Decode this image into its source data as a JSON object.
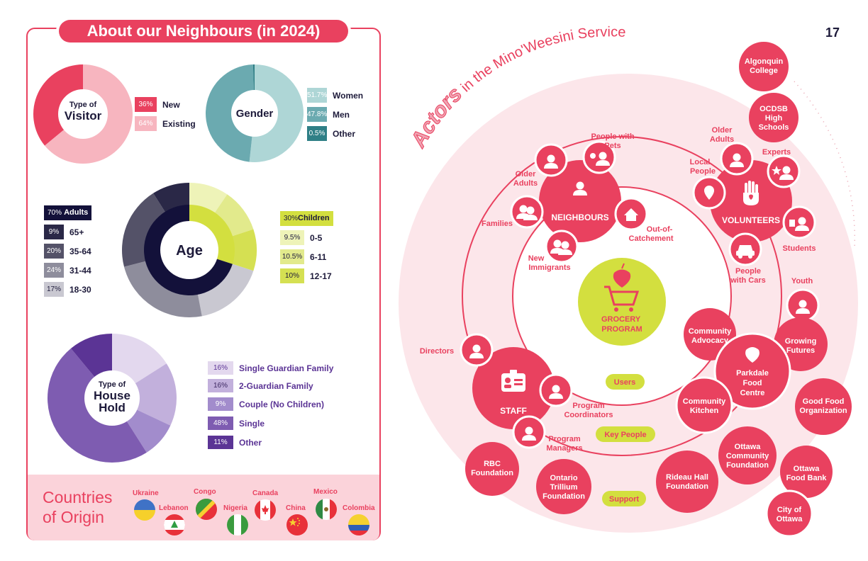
{
  "page_number": "17",
  "left": {
    "title": "About our Neighbours (in 2024)",
    "visitor": {
      "center": [
        "Type of",
        "Visitor"
      ],
      "items": [
        {
          "pct": "36%",
          "label": "New",
          "value": 36,
          "color": "#e9415f"
        },
        {
          "pct": "64%",
          "label": "Existing",
          "value": 64,
          "color": "#f7b5bf"
        }
      ]
    },
    "gender": {
      "center": "Gender",
      "items": [
        {
          "pct": "51.7%",
          "label": "Women",
          "value": 51.7,
          "color": "#aed6d6"
        },
        {
          "pct": "47.8%",
          "label": "Men",
          "value": 47.8,
          "color": "#6baab0"
        },
        {
          "pct": "0.5%",
          "label": "Other",
          "value": 0.5,
          "color": "#2f7f86"
        }
      ]
    },
    "age": {
      "center": "Age",
      "adults": {
        "pct": "70%",
        "label": "Adults",
        "value": 70,
        "color": "#13113a"
      },
      "adult_items": [
        {
          "pct": "9%",
          "label": "65+",
          "value": 9,
          "color": "#2a2847"
        },
        {
          "pct": "20%",
          "label": "35-64",
          "value": 20,
          "color": "#545268"
        },
        {
          "pct": "24%",
          "label": "31-44",
          "value": 24,
          "color": "#8e8d9c"
        },
        {
          "pct": "17%",
          "label": "18-30",
          "value": 17,
          "color": "#c9c8d1"
        }
      ],
      "children": {
        "pct": "30%",
        "label": "Children",
        "value": 30,
        "color": "#d3df3f"
      },
      "child_items": [
        {
          "pct": "9.5%",
          "label": "0-5",
          "value": 9.5,
          "color": "#eef3b8"
        },
        {
          "pct": "10.5%",
          "label": "6-11",
          "value": 10.5,
          "color": "#e2ea8c"
        },
        {
          "pct": "10%",
          "label": "12-17",
          "value": 10,
          "color": "#d5e052"
        }
      ]
    },
    "household": {
      "center": [
        "Type of",
        "House",
        "Hold"
      ],
      "items": [
        {
          "pct": "16%",
          "label": "Single Guardian Family",
          "value": 16,
          "color": "#e3d8ee"
        },
        {
          "pct": "16%",
          "label": "2-Guardian Family",
          "value": 16,
          "color": "#c2b0dc"
        },
        {
          "pct": "9%",
          "label": "Couple (No Children)",
          "value": 9,
          "color": "#a28ccc"
        },
        {
          "pct": "48%",
          "label": "Single",
          "value": 48,
          "color": "#7e5cb1"
        },
        {
          "pct": "11%",
          "label": "Other",
          "value": 11,
          "color": "#5b3495"
        }
      ]
    },
    "countries": {
      "title": "Countries\nof Origin",
      "items": [
        {
          "name": "Ukraine",
          "flag": "ukraine-flag"
        },
        {
          "name": "Lebanon",
          "flag": "lebanon-flag"
        },
        {
          "name": "Congo",
          "flag": "congo-flag"
        },
        {
          "name": "Nigeria",
          "flag": "nigeria-flag"
        },
        {
          "name": "Canada",
          "flag": "canada-flag"
        },
        {
          "name": "China",
          "flag": "china-flag"
        },
        {
          "name": "Mexico",
          "flag": "mexico-flag"
        },
        {
          "name": "Colombia",
          "flag": "colombia-flag"
        }
      ]
    }
  },
  "right": {
    "title_big": "Actors",
    "title_rest": "in the Mino'Weesini Service",
    "ring_labels": {
      "users": "Users",
      "key_people": "Key People",
      "support": "Support"
    },
    "center": {
      "label": "GROCERY PROGRAM",
      "icon": "grocery-cart-apple-icon"
    },
    "hubs": {
      "neighbours": "NEIGHBOURS",
      "volunteers": "VOLUNTEERS",
      "staff": "STAFF"
    },
    "labels": {
      "pets": "People with Pets",
      "older_adults_n": "Older Adults",
      "families": "Families",
      "out_of_catchement": "Out-of- Catchement",
      "new_immigrants": "New Immigrants",
      "older_adults_v": "Older Adults",
      "local_people": "Local People",
      "experts": "Experts",
      "students": "Students",
      "people_with_cars": "People with Cars",
      "directors": "Directors",
      "program_coordinators": "Program Coordinators",
      "program_managers": "Program Managers",
      "youth": "Youth"
    },
    "orgs": {
      "algonquin": "Algonquin College",
      "ocdsb": "OCDSB High Schools",
      "community_advocacy": "Community Advocacy",
      "growing_futures": "Growing Futures",
      "parkdale": "Parkdale Food Centre",
      "community_kitchen": "Community Kitchen",
      "good_food": "Good Food Organization",
      "ocf": "Ottawa Community Foundation",
      "food_bank": "Ottawa Food Bank",
      "city": "City of Ottawa",
      "rideau": "Rideau Hall Foundation",
      "trillium": "Ontario Trillium Foundation",
      "rbc": "RBC Foundation"
    }
  },
  "colors": {
    "red": "#e9415f",
    "lime": "#d3df3f",
    "pink_bg": "#fce6ea",
    "navy": "#1d1a3a"
  }
}
